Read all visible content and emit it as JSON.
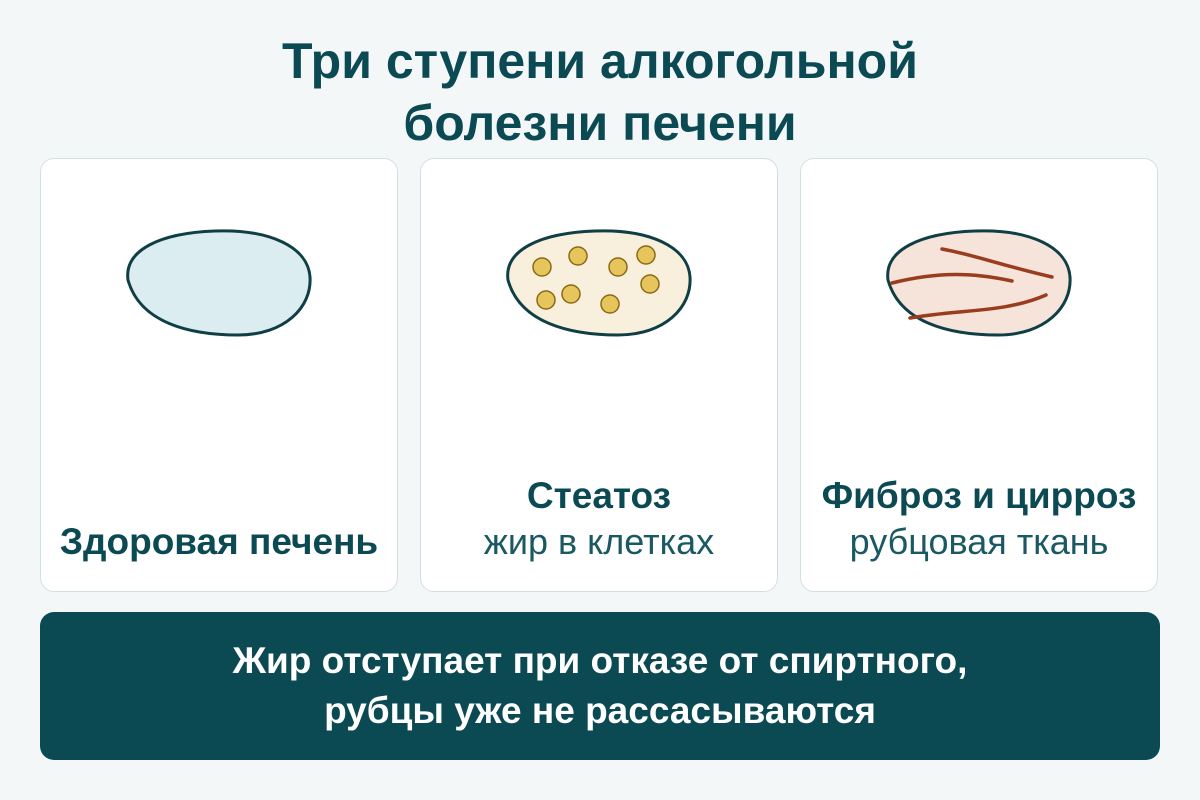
{
  "title": {
    "line1": "Три ступени алкогольной",
    "line2": "болезни печени"
  },
  "stages": [
    {
      "name": "Здоровая печень",
      "desc": "",
      "fill": "#dcedf1",
      "icon": "healthy-liver-icon"
    },
    {
      "name": "Стеатоз",
      "desc": "жир в клетках",
      "fill": "#f8f0dc",
      "dot_color": "#e6c55c",
      "icon": "fatty-liver-icon"
    },
    {
      "name": "Фиброз и цирроз",
      "desc": "рубцовая ткань",
      "fill": "#f6e3da",
      "scar_color": "#9a3d1e",
      "icon": "scarred-liver-icon"
    }
  ],
  "banner": {
    "line1": "Жир отступает при отказе от спиртного,",
    "line2": "рубцы уже не рассасываются"
  },
  "colors": {
    "accent": "#0c4a53",
    "background": "#f3f7f8",
    "outline": "#0f3f45"
  }
}
